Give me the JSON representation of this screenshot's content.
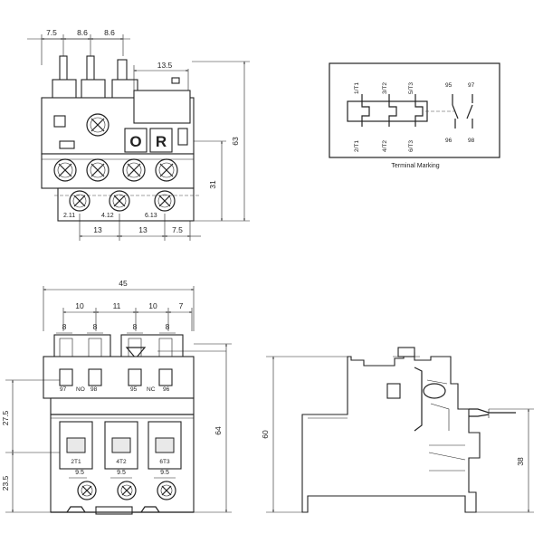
{
  "top_left_view": {
    "dims_top": [
      "7.5",
      "8.6",
      "8.6"
    ],
    "dim_13_5": "13.5",
    "dim_63": "63",
    "dim_31": "31",
    "terminals": [
      "2.11",
      "4.12",
      "6.13"
    ],
    "dims_bottom": [
      "13",
      "13",
      "7.5"
    ],
    "button_labels": [
      "O",
      "R"
    ]
  },
  "terminal_marking": {
    "caption": "Terminal Marking",
    "top_labels": [
      "1/T1",
      "3/T2",
      "5/T3"
    ],
    "bottom_labels": [
      "2/T1",
      "4/T2",
      "6/T3"
    ],
    "aux_top": [
      "95",
      "97"
    ],
    "aux_bottom": [
      "96",
      "98"
    ]
  },
  "front_view": {
    "dim_45": "45",
    "dims_row2": [
      "10",
      "11",
      "10",
      "7"
    ],
    "dims_row3": [
      "8",
      "8",
      "8",
      "8"
    ],
    "aux_labels": [
      "97",
      "NO",
      "98",
      "95",
      "NC",
      "96"
    ],
    "main_labels": [
      "2T1",
      "4T2",
      "6T3"
    ],
    "dims_9_5": [
      "9.5",
      "9.5",
      "9.5"
    ],
    "dim_27_5": "27.5",
    "dim_23_5": "23.5",
    "dim_64": "64"
  },
  "side_view": {
    "dim_60": "60",
    "dim_38": "38"
  }
}
